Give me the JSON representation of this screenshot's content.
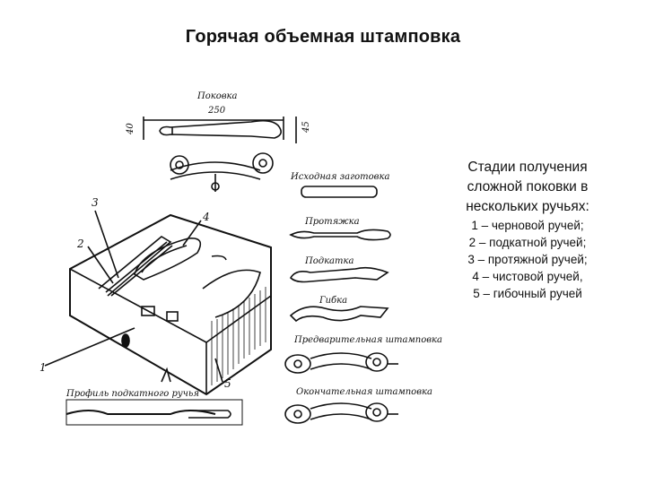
{
  "slide": {
    "title": "Горячая объемная штамповка"
  },
  "caption": {
    "heading_lines": [
      "Стадии получения",
      "сложной поковки в",
      "нескольких ручьях:"
    ],
    "items": [
      "1 – черновой ручей;",
      "2 – подкатной ручей;",
      "3 – протяжной ручей;",
      "4 – чистовой ручей,",
      "5 – гибочный ручей"
    ]
  },
  "figure": {
    "forging_label": "Поковка",
    "dim_length": "250",
    "dim_left": "40",
    "dim_right": "45",
    "stages": [
      "Исходная заготовка",
      "Протяжка",
      "Подкатка",
      "Гибка",
      "Предварительная штамповка",
      "Окончательная штамповка"
    ],
    "profile_label": "Профиль подкатного ручья",
    "callouts": [
      "1",
      "2",
      "3",
      "4",
      "5"
    ]
  }
}
